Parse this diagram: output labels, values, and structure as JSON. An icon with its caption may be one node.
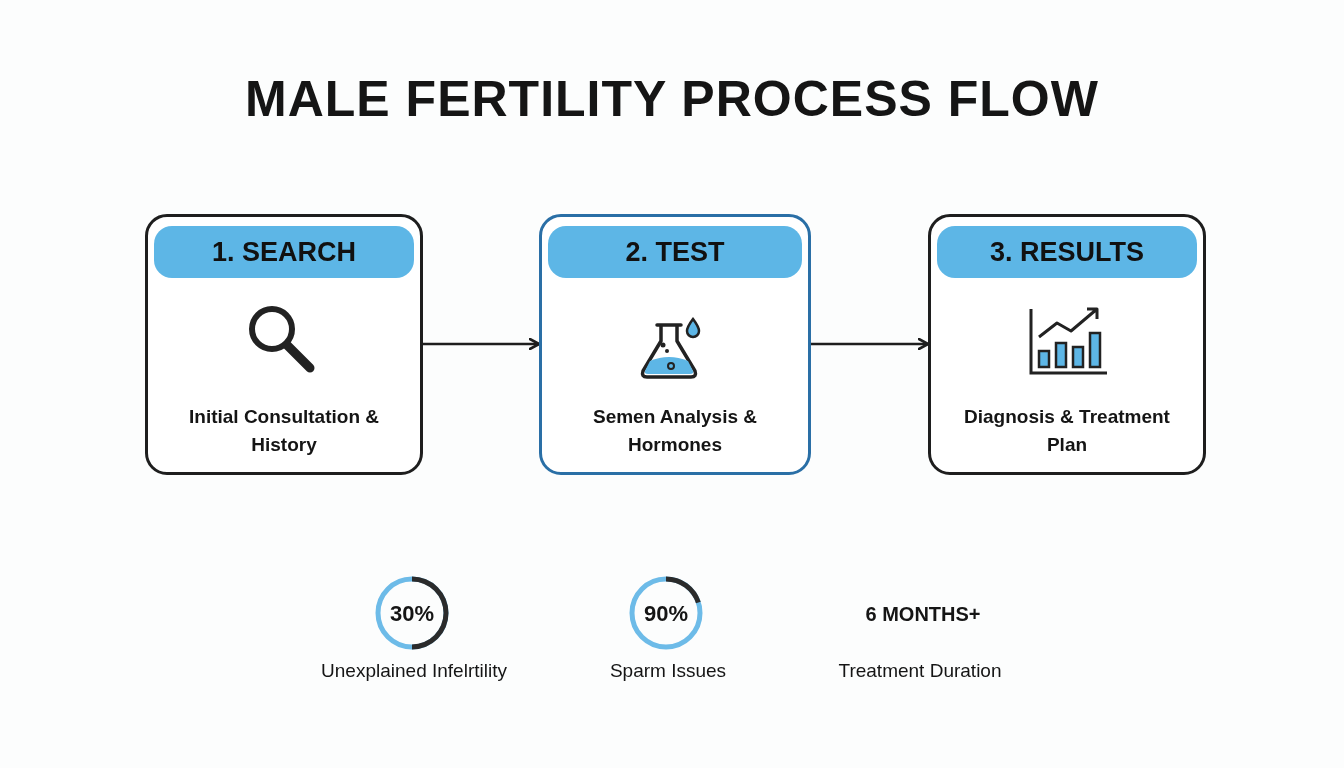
{
  "diagram": {
    "title": "MALE FERTILITY PROCESS FLOW",
    "nodes": [
      {
        "text": [
          "1. SEARCH",
          "Initial Consultation & History"
        ]
      },
      {
        "text": [
          "2. TEST",
          "Semen Analysis & Hormones"
        ]
      },
      {
        "text": [
          "3. RESULTS",
          "Diagnosis & Treatment Plan"
        ]
      }
    ],
    "edges": [
      {
        "from": 0,
        "to": 1,
        "arrow": "to"
      },
      {
        "from": 1,
        "to": 2,
        "arrow": "to"
      }
    ],
    "labels": [
      "30%",
      "90%",
      "6 MONTHS+",
      "Unexplained Infelrtility",
      "Sparm Issues",
      "Treatment Duration"
    ]
  }
}
